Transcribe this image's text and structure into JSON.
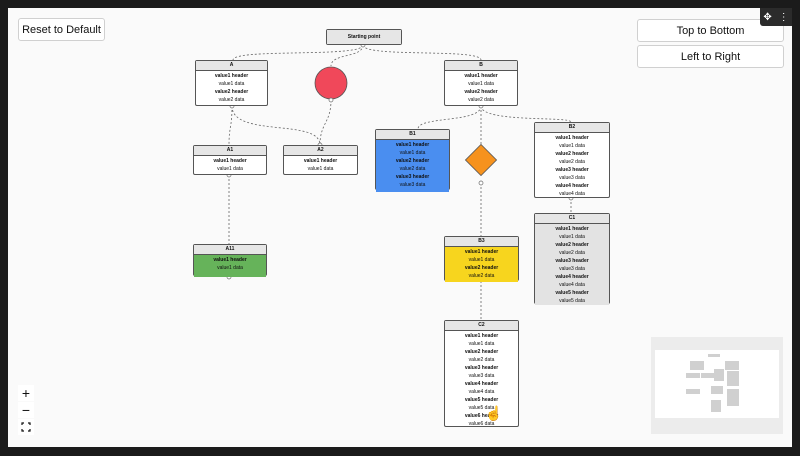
{
  "toolbar": {
    "reset_label": "Reset to Default",
    "layout_tb_label": "Top to Bottom",
    "layout_lr_label": "Left to Right"
  },
  "tray": {
    "move_icon": "move-icon",
    "more_icon": "more-vertical-icon"
  },
  "controls": {
    "zoom_in": "+",
    "zoom_out": "−",
    "fit_icon": "fit-view-icon"
  },
  "colors": {
    "blue": "#4a8ef0",
    "green": "#66b35a",
    "yellow": "#f7d51e",
    "red": "#f0485a",
    "orange": "#f6921e",
    "gray": "#e3e3e3"
  },
  "nodes": {
    "start": {
      "title": "Starting point"
    },
    "a": {
      "title": "A",
      "rows": [
        "value1 header",
        "value1 data",
        "value2 header",
        "value2 data"
      ]
    },
    "b": {
      "title": "B",
      "rows": [
        "value1 header",
        "value1 data",
        "value2 header",
        "value2 data"
      ]
    },
    "a1": {
      "title": "A1",
      "rows": [
        "value1 header",
        "value1 data"
      ]
    },
    "a2": {
      "title": "A2",
      "rows": [
        "value1 header",
        "value1 data"
      ]
    },
    "a11": {
      "title": "A11",
      "rows": [
        "value1 header",
        "value1 data"
      ]
    },
    "b1": {
      "title": "B1",
      "rows": [
        "value1 header",
        "value1 data",
        "value2 header",
        "value2 data",
        "value3 header",
        "value3 data"
      ]
    },
    "b2": {
      "title": "B2",
      "rows": [
        "value1 header",
        "value1 data",
        "value2 header",
        "value2 data",
        "value3 header",
        "value3 data",
        "value4 header",
        "value4 data"
      ]
    },
    "b3": {
      "title": "B3",
      "rows": [
        "value1 header",
        "value1 data",
        "value2 header",
        "value2 data"
      ]
    },
    "c1": {
      "title": "C1",
      "rows": [
        "value1 header",
        "value1 data",
        "value2 header",
        "value2 data",
        "value3 header",
        "value3 data",
        "value4 header",
        "value4 data",
        "value5 header",
        "value5 data"
      ]
    },
    "c2": {
      "title": "C2",
      "rows": [
        "value1 header",
        "value1 data",
        "value2 header",
        "value2 data",
        "value3 header",
        "value3 data",
        "value4 header",
        "value4 data",
        "value5 header",
        "value5 data",
        "value6 header",
        "value6 data"
      ]
    }
  }
}
